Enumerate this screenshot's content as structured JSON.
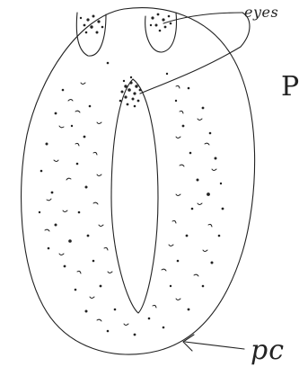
{
  "labels": {
    "eyes": "eyes",
    "right_partial": "P",
    "bottom_partial": "pc"
  },
  "colors": {
    "ink": "#222222",
    "background": "#ffffff"
  }
}
